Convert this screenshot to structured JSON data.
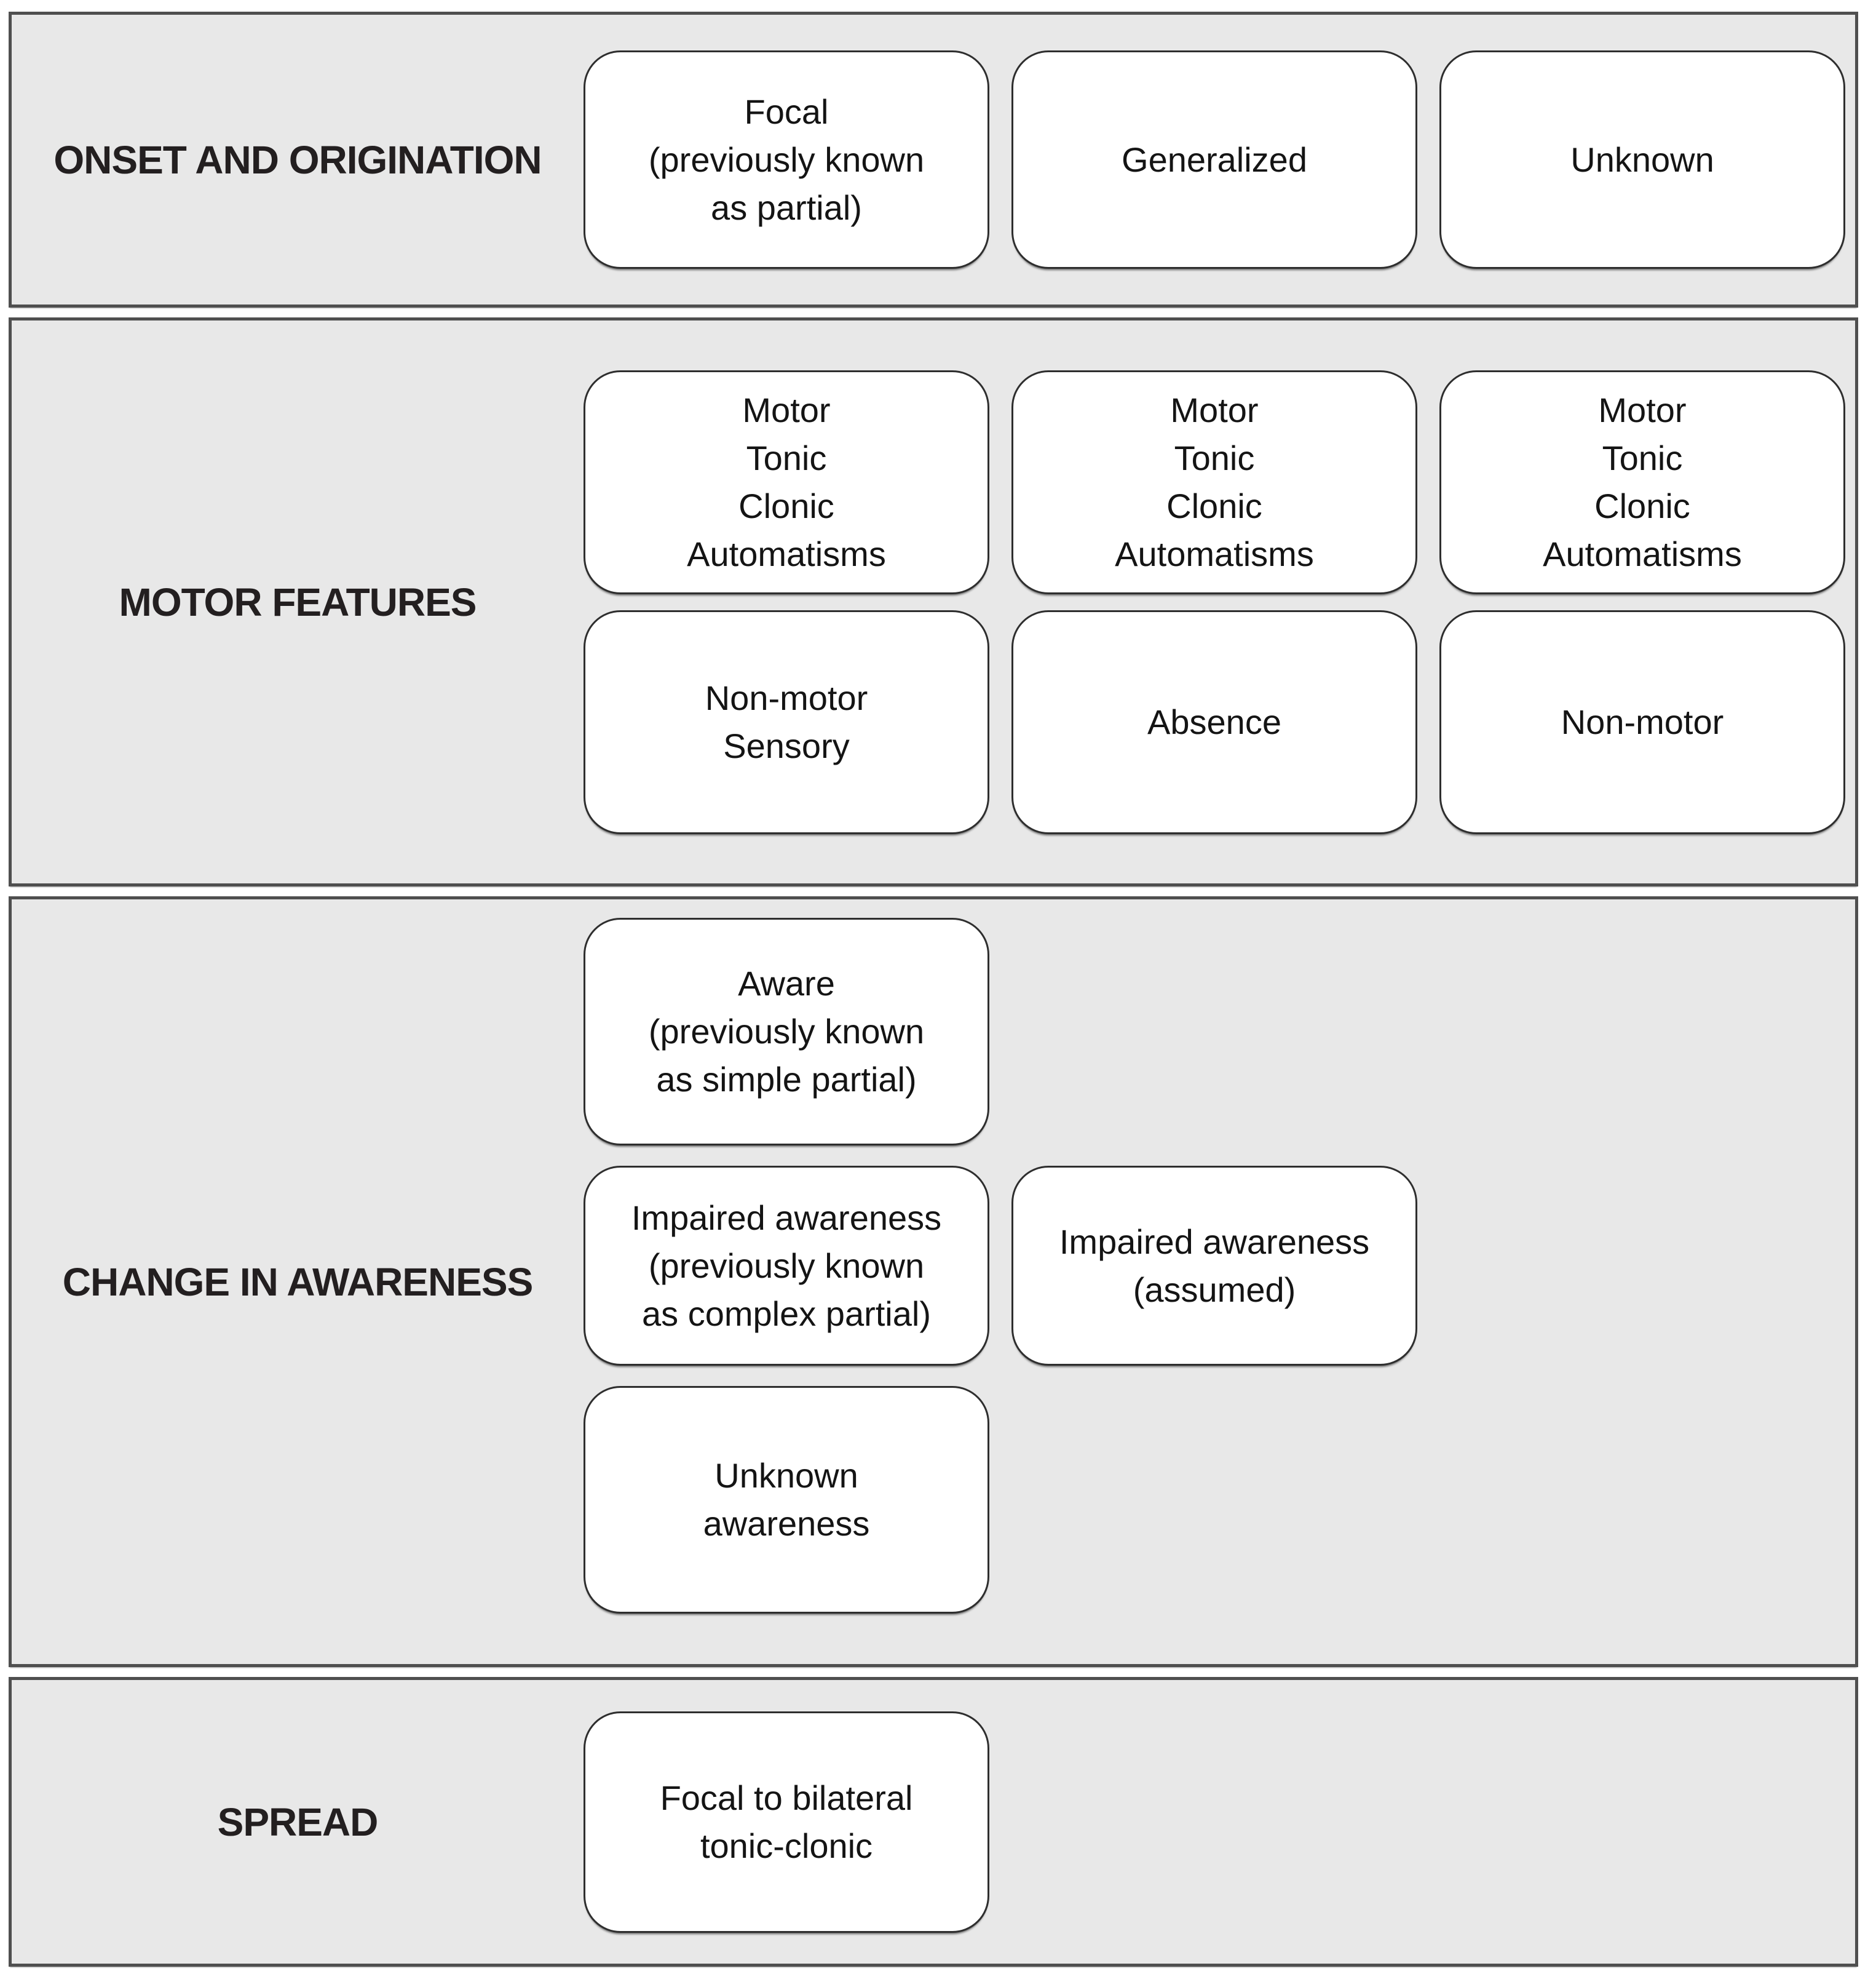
{
  "colors": {
    "page_background": "#ffffff",
    "band_fill": "#e8e8e8",
    "band_border": "#4f4f4f",
    "box_fill": "#ffffff",
    "box_border": "#2e2e2e",
    "text": "#1b1b1b"
  },
  "bands": [
    {
      "label": "ONSET AND ORIGINATION",
      "boxes": [
        {
          "text": "Focal\n(previously known\nas partial)"
        },
        {
          "text": "Generalized"
        },
        {
          "text": "Unknown"
        }
      ]
    },
    {
      "label": "MOTOR FEATURES",
      "boxes": [
        {
          "text": "Motor\nTonic\nClonic\nAutomatisms"
        },
        {
          "text": "Motor\nTonic\nClonic\nAutomatisms"
        },
        {
          "text": "Motor\nTonic\nClonic\nAutomatisms"
        },
        {
          "text": "Non-motor\nSensory"
        },
        {
          "text": "Absence"
        },
        {
          "text": "Non-motor"
        }
      ]
    },
    {
      "label": "CHANGE IN AWARENESS",
      "boxes": [
        {
          "text": "Aware\n(previously known\nas simple partial)"
        },
        {
          "text": "Impaired awareness\n(previously known\nas complex partial)"
        },
        {
          "text": "Impaired awareness\n(assumed)"
        },
        {
          "text": "Unknown\nawareness"
        }
      ]
    },
    {
      "label": "SPREAD",
      "boxes": [
        {
          "text": "Focal to bilateral\ntonic-clonic"
        }
      ]
    }
  ]
}
